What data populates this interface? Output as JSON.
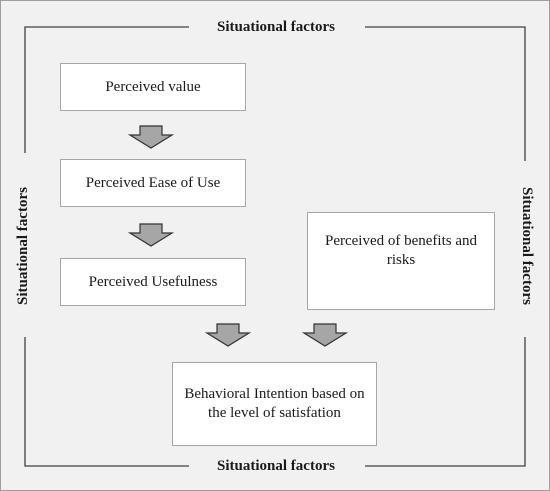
{
  "diagram": {
    "situational_top": "Situational factors",
    "situational_bottom": "Situational factors",
    "situational_left": "Situational factors",
    "situational_right": "Situational factors",
    "boxes": {
      "perceived_value": "Perceived value",
      "perceived_ease": "Perceived Ease of Use",
      "perceived_usefulness": "Perceived Usefulness",
      "perceived_benefits": "Perceived of benefits and risks",
      "behavioral_intention": "Behavioral  Intention based on the level  of satisfation"
    },
    "colors": {
      "background": "#f1f1f1",
      "box_fill": "#ffffff",
      "box_border": "#a6a6a6",
      "arrow_fill": "#a6a6a6",
      "frame_line": "#404040"
    }
  }
}
